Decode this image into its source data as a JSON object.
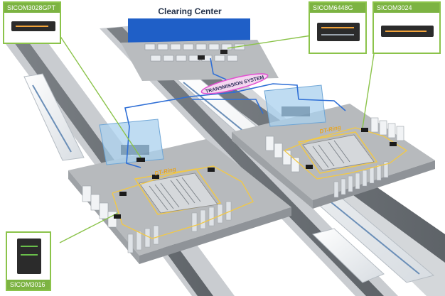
{
  "diagram": {
    "center_label": "Clearing Center",
    "system_label": "TRANSMISSION SYSTEM",
    "ring_label_left": "DT-Ring",
    "ring_label_right": "DT-Ring",
    "devices": {
      "top_left": "SICOM3028GPT",
      "top_mid": "SICOM6448G",
      "top_right": "SICOM3024",
      "bottom_left": "SICOM3016"
    }
  },
  "colors": {
    "callout_green": "#8bc34a",
    "caption_green": "#7cb342",
    "network_blue": "#2f6fd6",
    "ring_yellow": "#f0c84a",
    "platform_gray": "#b9bcbf",
    "glass_blue": "#a9d0ee",
    "banner_blue": "#1f5fc7",
    "system_pink": "#e24fd1"
  }
}
